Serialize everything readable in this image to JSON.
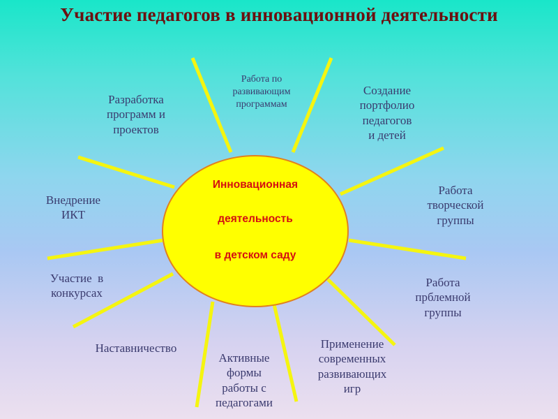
{
  "title": "Участие педагогов в инновационной деятельности",
  "center": {
    "lines": [
      "Инновационная",
      "деятельность",
      "в детском саду"
    ]
  },
  "items": [
    {
      "id": "rabota-po-programmam",
      "lines": [
        "Работа по",
        "развивающим",
        "программам"
      ]
    },
    {
      "id": "portfolio",
      "lines": [
        "Создание",
        "портфолио",
        "педагогов",
        "и детей"
      ]
    },
    {
      "id": "tvorcheskaya-gruppa",
      "lines": [
        "Работа",
        "творческой",
        "группы"
      ]
    },
    {
      "id": "problemnaya-gruppa",
      "lines": [
        "Работа",
        "прблемной",
        "группы"
      ]
    },
    {
      "id": "sovremennye-igry",
      "lines": [
        "Применение",
        "современных",
        "развивающих",
        "игр"
      ]
    },
    {
      "id": "aktivnye-formy",
      "lines": [
        "Активные",
        "формы",
        "работы с",
        "педагогами"
      ]
    },
    {
      "id": "nastavnichestvo",
      "lines": [
        "Наставничество"
      ]
    },
    {
      "id": "konkursy",
      "lines": [
        "Участие  в",
        "конкурсах"
      ]
    },
    {
      "id": "ikt",
      "lines": [
        "Внедрение",
        "ИКТ"
      ]
    },
    {
      "id": "razrabotka",
      "lines": [
        "Разработка",
        "программ и",
        "проектов"
      ]
    }
  ],
  "colors": {
    "title": "#6b1010",
    "sun_fill": "#ffff00",
    "sun_border": "#e08020",
    "ray": "#f5f510",
    "center_text": "#d41010",
    "label_text": "#3a3a6e"
  }
}
